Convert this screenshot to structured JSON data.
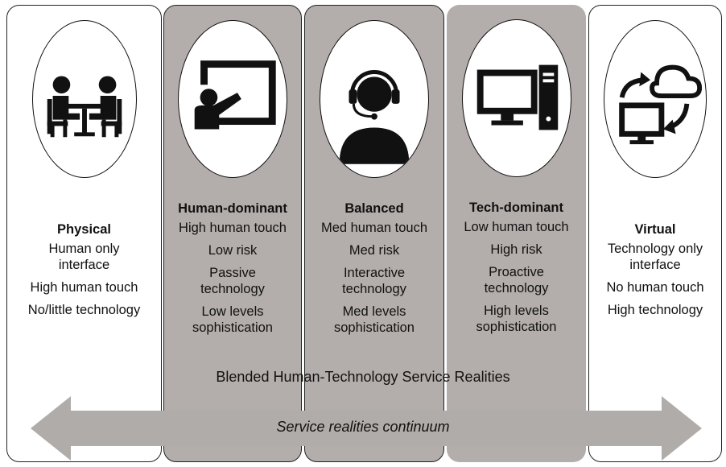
{
  "columns": [
    {
      "title": "Physical",
      "icon": "meeting-icon",
      "lines": [
        "Human only\ninterface",
        "High human touch",
        "No/little technology"
      ]
    },
    {
      "title": "Human-dominant",
      "icon": "presentation-icon",
      "lines": [
        "High human touch",
        "Low risk",
        "Passive\ntechnology",
        "Low levels\nsophistication"
      ]
    },
    {
      "title": "Balanced",
      "icon": "headset-agent-icon",
      "lines": [
        "Med human touch",
        "Med risk",
        "Interactive\ntechnology",
        "Med levels\nsophistication"
      ]
    },
    {
      "title": "Tech-dominant",
      "icon": "desktop-computer-icon",
      "lines": [
        "Low human touch",
        "High risk",
        "Proactive\ntechnology",
        "High levels\nsophistication"
      ]
    },
    {
      "title": "Virtual",
      "icon": "cloud-sync-icon",
      "lines": [
        "Technology only\ninterface",
        "No human touch",
        "High technology"
      ]
    }
  ],
  "blended_label": "Blended Human-Technology Service Realities",
  "arrow_label": "Service realities continuum",
  "colors": {
    "panel_grey": "#b3adab",
    "arrow_grey": "#b0aca9"
  }
}
